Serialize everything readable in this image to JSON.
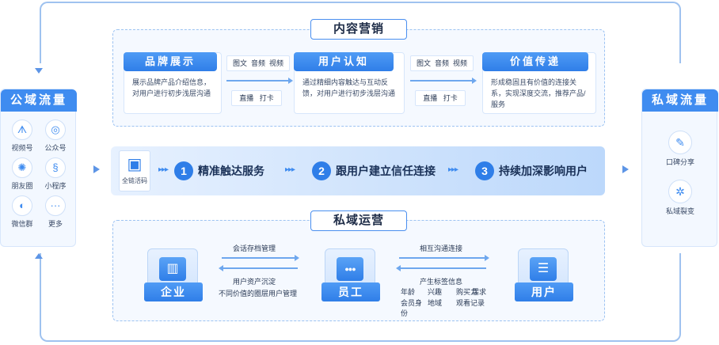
{
  "public": {
    "title": "公域流量",
    "channels": [
      {
        "label": "视频号",
        "icon": "video-channel-icon",
        "glyph": "ᗑ"
      },
      {
        "label": "公众号",
        "icon": "official-account-icon",
        "glyph": "◎"
      },
      {
        "label": "朋友圈",
        "icon": "moments-icon",
        "glyph": "✺"
      },
      {
        "label": "小程序",
        "icon": "mini-program-icon",
        "glyph": "§"
      },
      {
        "label": "微信群",
        "icon": "wechat-group-icon",
        "glyph": "◐"
      },
      {
        "label": "更多",
        "icon": "more-icon",
        "glyph": "···"
      }
    ]
  },
  "private": {
    "title": "私域流量",
    "items": [
      {
        "label": "口碑分享",
        "icon": "share-icon",
        "glyph": "✎"
      },
      {
        "label": "私域裂变",
        "icon": "fission-icon",
        "glyph": "✲"
      }
    ]
  },
  "content_marketing": {
    "title": "内容营销",
    "stages": [
      {
        "title": "品牌展示",
        "desc": "展示品牌产品介绍信息，对用户进行初步浅层沟通"
      },
      {
        "title": "用户认知",
        "desc": "通过精细内容触达与互动反馈，对用户进行初步浅层沟通"
      },
      {
        "title": "价值传递",
        "desc": "形成稳固且有价值的连接关系，实现深度交流，推荐产品/服务"
      }
    ],
    "media_top": [
      "图文",
      "音频",
      "视频"
    ],
    "media_bottom": [
      "直播",
      "打卡"
    ]
  },
  "steps": {
    "qr_label": "全链活码",
    "items": [
      {
        "num": "1",
        "label": "精准触达服务"
      },
      {
        "num": "2",
        "label": "跟用户建立信任连接"
      },
      {
        "num": "3",
        "label": "持续加深影响用户"
      }
    ],
    "chevron": "▸▸▸"
  },
  "private_ops": {
    "title": "私域运营",
    "nodes": [
      {
        "label": "企业",
        "icon": "enterprise-icon",
        "glyph": "▥"
      },
      {
        "label": "员工",
        "icon": "staff-icon",
        "glyph": "●●●"
      },
      {
        "label": "用户",
        "icon": "user-icon",
        "glyph": "☰"
      }
    ],
    "left_top": "会话存档管理",
    "left_bottom_1": "用户资产沉淀",
    "left_bottom_2": "不同价值的圈层用户管理",
    "right_top": "相互沟通连接",
    "right_bottom": "产生标签信息",
    "tags": [
      "年龄",
      "兴趣",
      "购买力",
      "需求",
      "会员身份",
      "地域",
      "观看记录"
    ]
  }
}
